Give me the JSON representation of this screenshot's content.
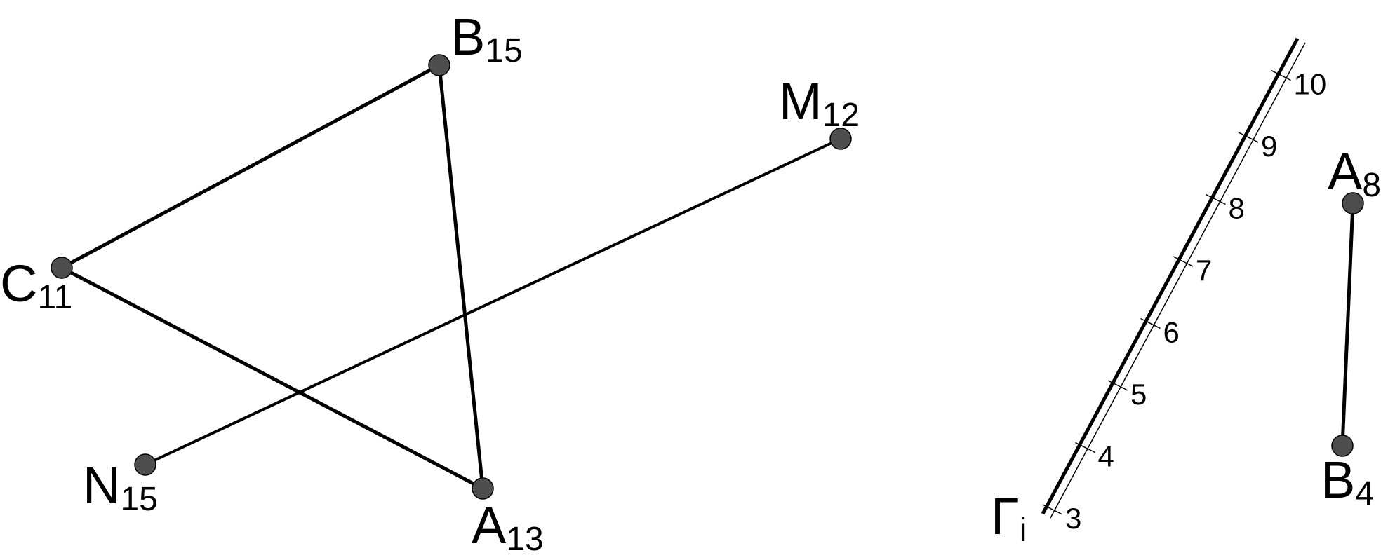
{
  "colors": {
    "stroke": "#000000",
    "point_fill": "#4d4d4d",
    "background": "#ffffff"
  },
  "points": {
    "B": {
      "letter": "B",
      "sub": "15"
    },
    "M": {
      "letter": "M",
      "sub": "12"
    },
    "C": {
      "letter": "C",
      "sub": "11"
    },
    "N": {
      "letter": "N",
      "sub": "15"
    },
    "A": {
      "letter": "A",
      "sub": "13"
    },
    "A2": {
      "letter": "A",
      "sub": "8"
    },
    "B2": {
      "letter": "B",
      "sub": "4"
    }
  },
  "gradient_scale": {
    "letter": "Γ",
    "sub": "i",
    "ticks": [
      "3",
      "4",
      "5",
      "6",
      "7",
      "8",
      "9",
      "10"
    ]
  }
}
